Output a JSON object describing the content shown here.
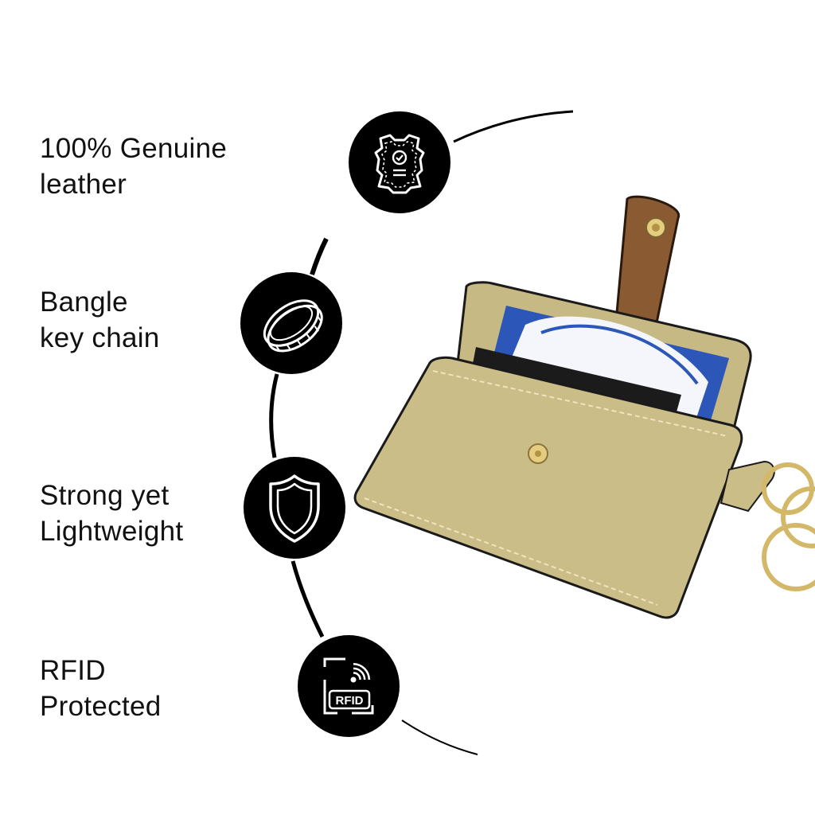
{
  "features": [
    {
      "line1": "100% Genuine",
      "line2": "leather",
      "icon": "leather-hide-icon"
    },
    {
      "line1": "Bangle",
      "line2": "key chain",
      "icon": "bangle-ring-icon"
    },
    {
      "line1": "Strong yet",
      "line2": "Lightweight",
      "icon": "shield-icon"
    },
    {
      "line1": "RFID",
      "line2": "Protected",
      "icon": "rfid-icon"
    }
  ],
  "rfid_badge_text": "RFID",
  "product": {
    "name": "gold leather card holder with bangle key chain",
    "colors": {
      "leather": "#c9bc87",
      "tab": "#8a5a33",
      "card_blue": "#2c56b8",
      "ring": "#d4b86a"
    }
  },
  "colors": {
    "badge": "#000000",
    "text": "#111111",
    "arc": "#000000"
  }
}
